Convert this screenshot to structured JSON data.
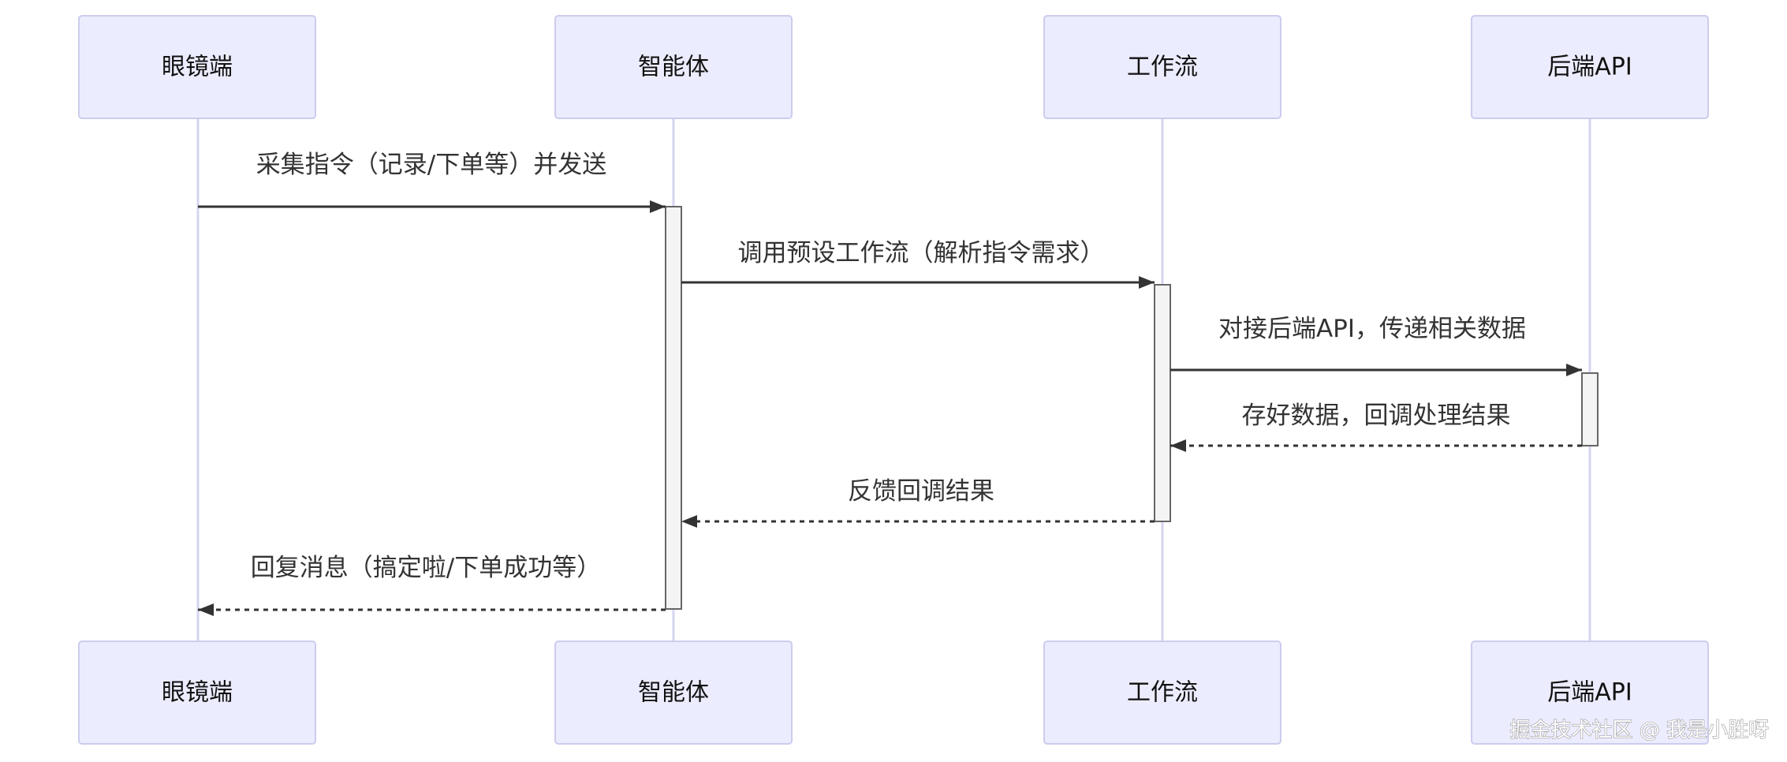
{
  "participants": [
    {
      "id": "glasses",
      "label": "眼镜端"
    },
    {
      "id": "agent",
      "label": "智能体"
    },
    {
      "id": "workflow",
      "label": "工作流"
    },
    {
      "id": "backend",
      "label": "后端API"
    }
  ],
  "messages": [
    {
      "id": "m1",
      "from": "glasses",
      "to": "agent",
      "text": "采集指令（记录/下单等）并发送",
      "style": "solid"
    },
    {
      "id": "m2",
      "from": "agent",
      "to": "workflow",
      "text": "调用预设工作流（解析指令需求）",
      "style": "solid"
    },
    {
      "id": "m3",
      "from": "workflow",
      "to": "backend",
      "text": "对接后端API，传递相关数据",
      "style": "solid"
    },
    {
      "id": "m4",
      "from": "backend",
      "to": "workflow",
      "text": "存好数据，回调处理结果",
      "style": "dashed"
    },
    {
      "id": "m5",
      "from": "workflow",
      "to": "agent",
      "text": "反馈回调结果",
      "style": "dashed"
    },
    {
      "id": "m6",
      "from": "agent",
      "to": "glasses",
      "text": "回复消息（搞定啦/下单成功等）",
      "style": "dashed"
    }
  ],
  "watermark": "掘金技术社区 @ 我是小胜呀",
  "colors": {
    "actor_fill": "#ECECFF",
    "actor_stroke": "#CCCCEE",
    "lifeline": "#D4D4F0",
    "activation_fill": "#F4F4F4",
    "line": "#333333"
  }
}
